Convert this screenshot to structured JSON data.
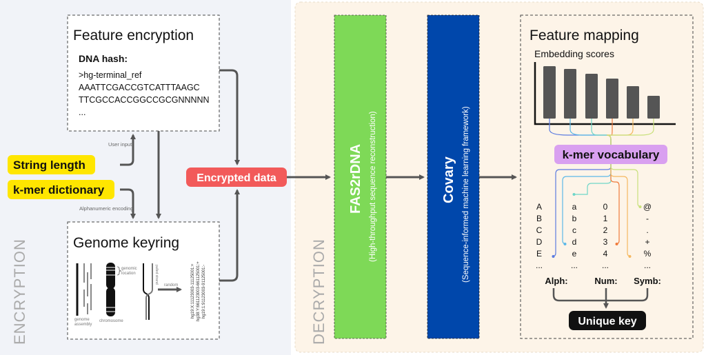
{
  "encryption": {
    "section_label": "ENCRYPTION",
    "feature_encryption": {
      "title": "Feature encryption",
      "hash_label": "DNA hash:",
      "lines": [
        ">hg-terminal_ref",
        "AAATTCGACCGTCATTTAAGC",
        "TTCGCCACCGGCCGCGNNNNN",
        "..."
      ]
    },
    "inputs": {
      "string_length": "String length",
      "kmer_dictionary": "k-mer dictionary",
      "user_input_label": "User input",
      "alphanumeric_label": "Alphanumeric encoding"
    },
    "genome_keyring": {
      "title": "Genome keyring",
      "genomic_location": [
        "genomic",
        "location"
      ],
      "genome_assembly": [
        "genome",
        "assembly"
      ],
      "chromosome": "chromosome",
      "strand_label": "pulled strand",
      "random": "random",
      "keys": [
        "hg19:X:11123003-11125001:+",
        "hg38:Y:661123003-661125001:+",
        "hg19:1:91123003-91125001:-"
      ]
    },
    "encrypted_data": "Encrypted data"
  },
  "decryption": {
    "section_label": "DECRYPTION",
    "fas2rdna": {
      "title": "FAS2rDNA",
      "subtitle": "(High-throughput sequence reconstruction)"
    },
    "covary": {
      "title": "Covary",
      "subtitle": "(Sequence-informed machine learning framework)"
    },
    "feature_mapping": {
      "title": "Feature mapping",
      "embedding_label": "Embedding scores",
      "vocabulary": "k-mer vocabulary",
      "columns": {
        "alph": [
          "A",
          "B",
          "C",
          "D",
          "E",
          "..."
        ],
        "lower": [
          "a",
          "b",
          "c",
          "d",
          "e",
          "..."
        ],
        "num": [
          "0",
          "1",
          "2",
          "3",
          "4",
          "..."
        ],
        "symb": [
          "@",
          "-",
          ".",
          "+",
          "%",
          "..."
        ]
      },
      "group_labels": [
        "Alph:",
        "Num:",
        "Symb:"
      ],
      "unique_key": "Unique key"
    }
  },
  "colors": {
    "left_bg": "#f1f3f8",
    "right_bg": "#fdf4e8",
    "highlight_yellow": "#ffe600",
    "encrypted_red": "#f25a5a",
    "fas2rdna_green": "#7ed957",
    "covary_blue": "#0047ab",
    "vocab_purple": "#d9a0f0",
    "bar_gray": "#555555",
    "arrow_gray": "#555555",
    "line_colors": [
      "#5b7be0",
      "#5bb8e8",
      "#6fd6c8",
      "#f07a3a",
      "#f5b860",
      "#c8e07a"
    ]
  }
}
